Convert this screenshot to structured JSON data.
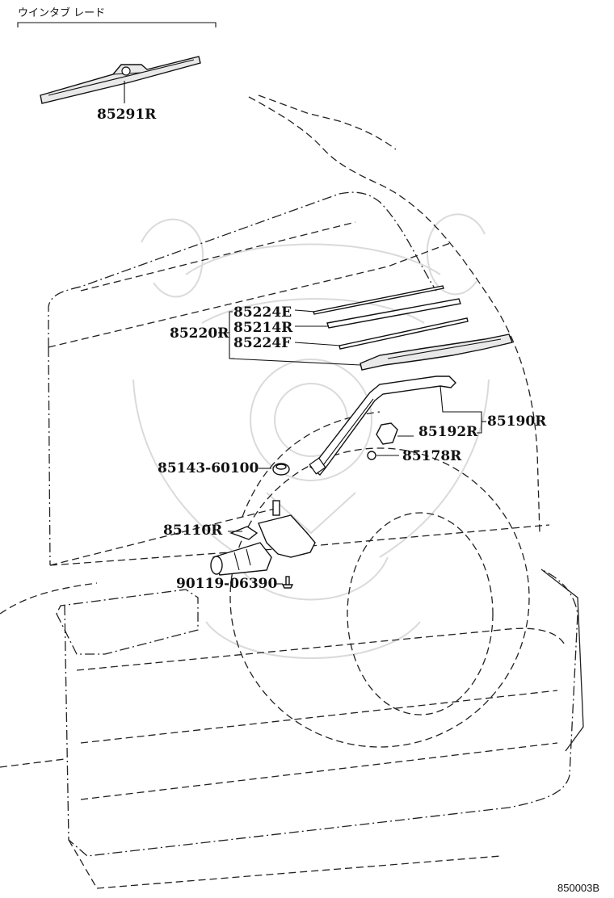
{
  "header": {
    "group_title": "ウインタブ レード"
  },
  "parts": {
    "blade": "85291R",
    "rubber_upper": "85224E",
    "refill": "85214R",
    "rubber_lower": "85224F",
    "blade_group": "85220R",
    "arm_group": "85190R",
    "arm_cap": "85192R",
    "arm_nut": "85178R",
    "grommet": "85143-60100",
    "motor": "85110R",
    "bolt": "90119-06390"
  },
  "footer": {
    "diagram_code": "850003B"
  }
}
